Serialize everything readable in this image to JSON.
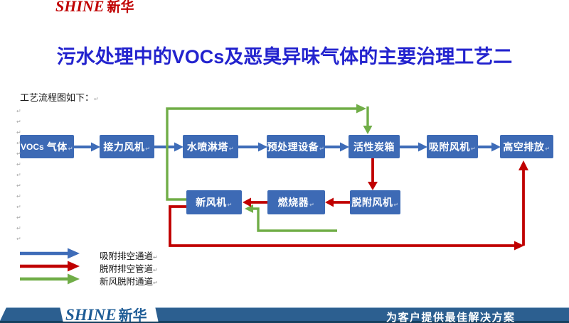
{
  "top_logo": {
    "shine": "SHINE",
    "cn": "新华"
  },
  "title": "污水处理中的VOCs及恶臭异味气体的主要治理工艺二",
  "subtitle": "工艺流程图如下：",
  "marks": {
    "pilcrow": "↵"
  },
  "flowchart": {
    "nodes": [
      {
        "label_en": "VOCs",
        "label_zh": "气体"
      },
      {
        "label": "接力风机"
      },
      {
        "label": "水喷淋塔"
      },
      {
        "label": "预处理设备"
      },
      {
        "label": "活性炭箱"
      },
      {
        "label": "吸附风机"
      },
      {
        "label": "高空排放"
      },
      {
        "label": "新风机"
      },
      {
        "label": "燃烧器"
      },
      {
        "label": "脱附风机"
      }
    ],
    "arrow_colors": {
      "blue": "#3e6cb8",
      "red": "#c00000",
      "green": "#70ad47"
    }
  },
  "legend": [
    {
      "label": "吸附排空通道",
      "color": "#3e6cb8"
    },
    {
      "label": "脱附排空管道",
      "color": "#c00000"
    },
    {
      "label": "新风脱附通道",
      "color": "#70ad47"
    }
  ],
  "footer": {
    "logo_shine": "SHINE",
    "logo_cn": "新华",
    "slogan": "为客户提供最佳解决方案"
  }
}
